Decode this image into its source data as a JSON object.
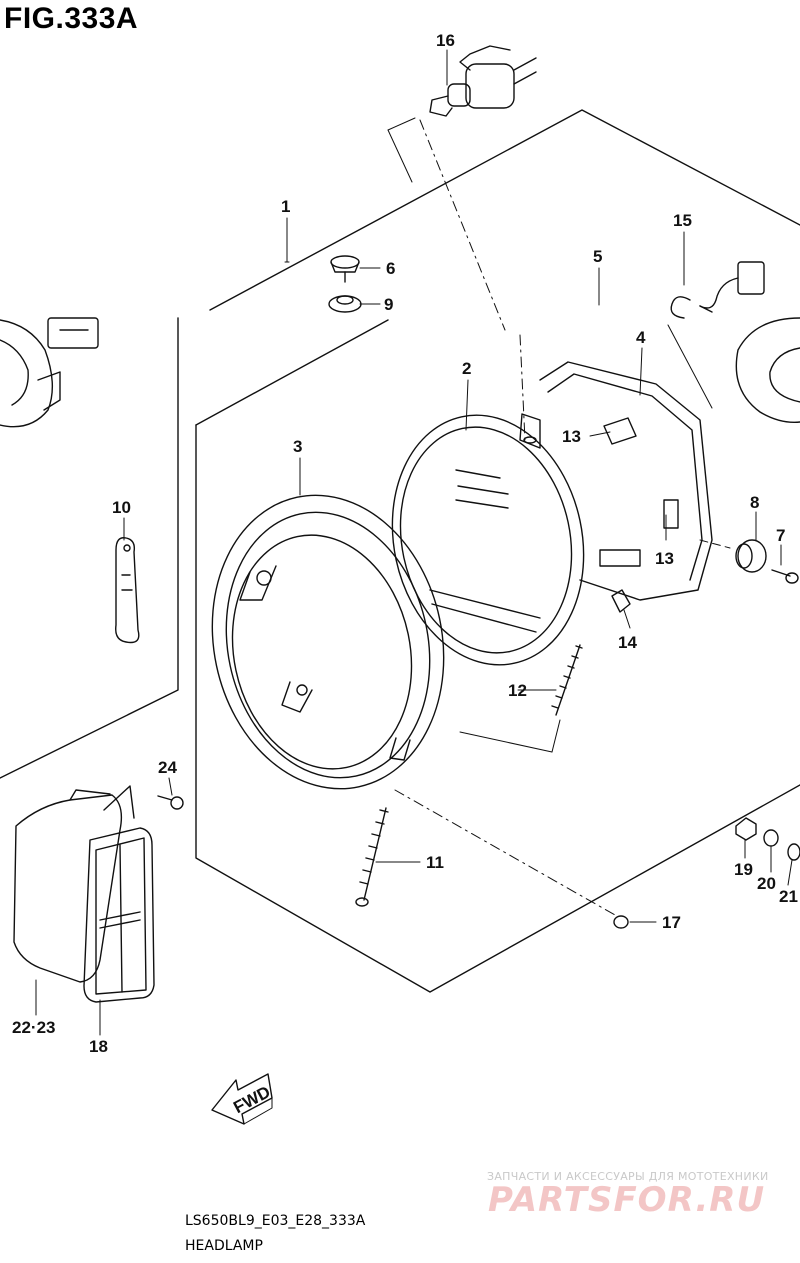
{
  "figure": {
    "title": "FIG.333A",
    "model_code": "LS650BL9_E03_E28_333A",
    "diagram_name": "HEADLAMP"
  },
  "callouts": {
    "c1": "1",
    "c2": "2",
    "c3": "3",
    "c4": "4",
    "c5": "5",
    "c6": "6",
    "c7": "7",
    "c8": "8",
    "c9": "9",
    "c10": "10",
    "c11": "11",
    "c12": "12",
    "c13a": "13",
    "c13b": "13",
    "c14": "14",
    "c15": "15",
    "c16": "16",
    "c17": "17",
    "c18": "18",
    "c19": "19",
    "c20": "20",
    "c21": "21",
    "c22_23": "22·23",
    "c24": "24"
  },
  "fwd_label": "FWD",
  "watermark": {
    "tagline": "ЗАПЧАСТИ И АКСЕССУАРЫ ДЛЯ МОТОТЕХНИКИ",
    "logo": "PARTSFOR.RU"
  },
  "colors": {
    "line": "#111111",
    "watermark_logo": "#f3c6c6",
    "watermark_text": "#c9c9c9"
  }
}
